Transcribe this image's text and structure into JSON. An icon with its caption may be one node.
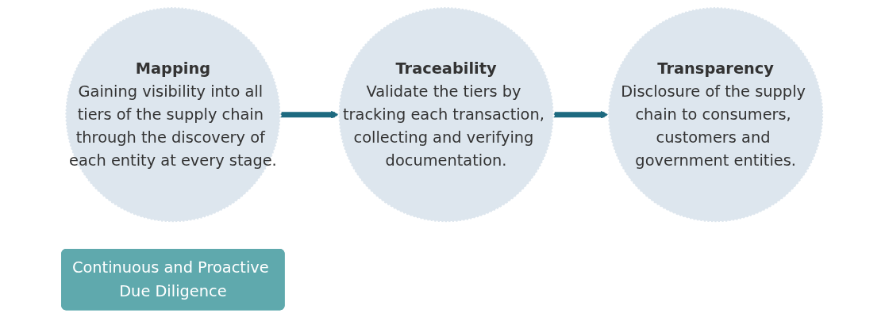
{
  "diagram": {
    "nodes": [
      {
        "text": [
          "Mapping",
          "Gaining visibility into all tiers of the supply chain through the discovery of each entity at every stage."
        ]
      },
      {
        "text": [
          "Traceability",
          "Validate the tiers by tracking each transaction, collecting and verifying documentation."
        ]
      },
      {
        "text": [
          "Transparency",
          "Disclosure of the supply chain to consumers, customers and government entities."
        ]
      },
      {
        "text": [
          "Continuous and Proactive Due Diligence"
        ]
      }
    ],
    "edges": [
      {
        "from": 0,
        "to": 1,
        "arrow": "to"
      },
      {
        "from": 1,
        "to": 2,
        "arrow": "to"
      }
    ]
  }
}
